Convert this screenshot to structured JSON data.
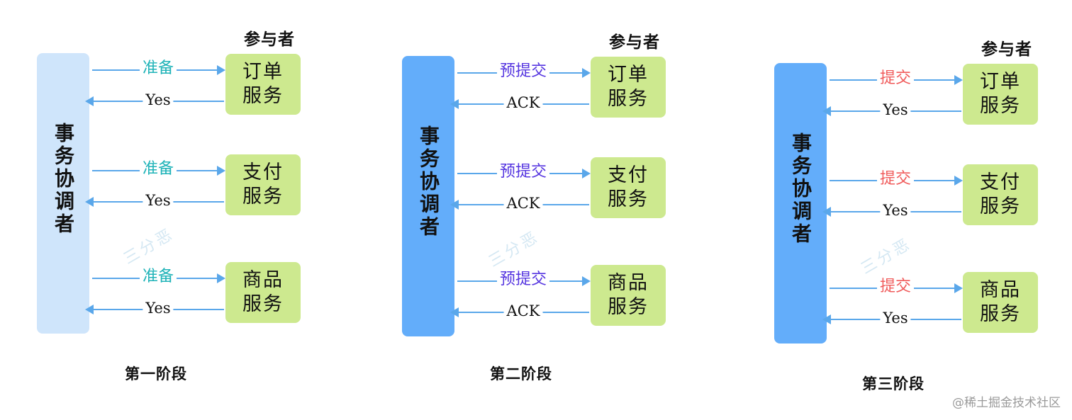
{
  "colors": {
    "arrow": "#5aa7ea",
    "service_box": "#cde98f",
    "coordinator_light": "#cfe5fb",
    "coordinator_dark": "#63adfa",
    "label_prepare": "#1fb3b8",
    "label_precommit": "#5535e0",
    "label_commit": "#f05b5b",
    "label_reply": "#111111"
  },
  "phases": [
    {
      "phase_label": "第一阶段",
      "participants_title": "参与者",
      "coordinator": "事务协调者",
      "coordinator_color": "#cfe5fb",
      "request_color": "#1fb3b8",
      "services": [
        {
          "name": "订单\n服务",
          "request": "准备",
          "reply": "Yes"
        },
        {
          "name": "支付\n服务",
          "request": "准备",
          "reply": "Yes"
        },
        {
          "name": "商品\n服务",
          "request": "准备",
          "reply": "Yes"
        }
      ]
    },
    {
      "phase_label": "第二阶段",
      "participants_title": "参与者",
      "coordinator": "事务协调者",
      "coordinator_color": "#63adfa",
      "request_color": "#5535e0",
      "services": [
        {
          "name": "订单\n服务",
          "request": "预提交",
          "reply": "ACK"
        },
        {
          "name": "支付\n服务",
          "request": "预提交",
          "reply": "ACK"
        },
        {
          "name": "商品\n服务",
          "request": "预提交",
          "reply": "ACK"
        }
      ]
    },
    {
      "phase_label": "第三阶段",
      "participants_title": "参与者",
      "coordinator": "事务协调者",
      "coordinator_color": "#63adfa",
      "request_color": "#f05b5b",
      "services": [
        {
          "name": "订单\n服务",
          "request": "提交",
          "reply": "Yes"
        },
        {
          "name": "支付\n服务",
          "request": "提交",
          "reply": "Yes"
        },
        {
          "name": "商品\n服务",
          "request": "提交",
          "reply": "Yes"
        }
      ]
    }
  ],
  "watermark": "三分恶",
  "credit": "@稀土掘金技术社区"
}
